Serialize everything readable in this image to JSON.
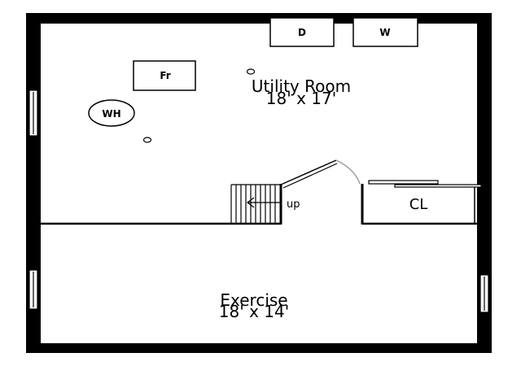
{
  "rooms": {
    "utility": {
      "name": "Utility Room",
      "size": "18' x 17'"
    },
    "exercise": {
      "name": "Exercise",
      "size": "18' x 14'"
    }
  },
  "fixtures": {
    "dryer": "D",
    "washer": "W",
    "furnace": "Fr",
    "water_heater": "WH",
    "closet": "CL",
    "stairs": "up"
  },
  "colors": {
    "wall": "#000000",
    "background": "#ffffff"
  }
}
